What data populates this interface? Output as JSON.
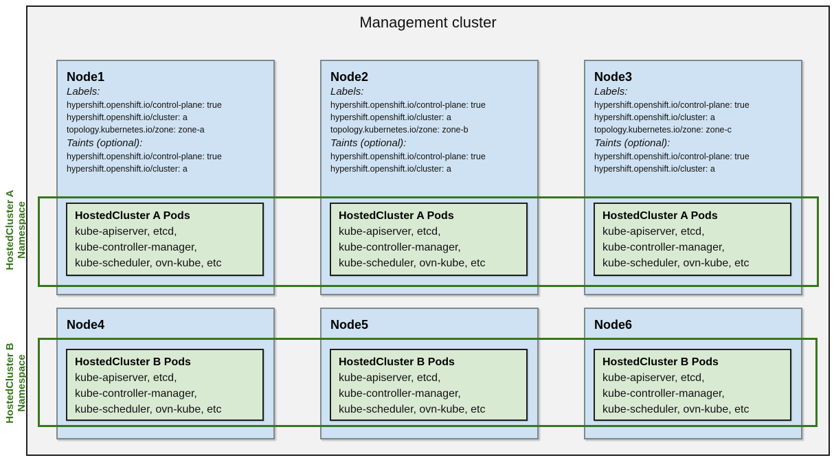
{
  "title": "Management cluster",
  "colors": {
    "node_fill": "#cfe2f3",
    "node_border": "#7d898f",
    "pods_fill": "#d9ead3",
    "pods_border": "#1f1f1f",
    "namespace_green": "#38761d",
    "outer_fill": "#f2f2f2",
    "outer_border": "#1f1f1f"
  },
  "namespaces": [
    {
      "label": "HostedCluster A\nNamespace"
    },
    {
      "label": "HostedCluster B\nNamespace"
    }
  ],
  "nodes": [
    {
      "name": "Node1",
      "labels_heading": "Labels:",
      "labels": [
        "hypershift.openshift.io/control-plane: true",
        "hypershift.openshift.io/cluster: a",
        "topology.kubernetes.io/zone: zone-a"
      ],
      "taints_heading": "Taints (optional):",
      "taints": [
        "hypershift.openshift.io/control-plane: true",
        "hypershift.openshift.io/cluster: a"
      ],
      "pods": {
        "title": "HostedCluster A Pods",
        "lines": [
          "kube-apiserver, etcd,",
          "kube-controller-manager,",
          "kube-scheduler, ovn-kube, etc"
        ]
      }
    },
    {
      "name": "Node2",
      "labels_heading": "Labels:",
      "labels": [
        "hypershift.openshift.io/control-plane: true",
        "hypershift.openshift.io/cluster: a",
        "topology.kubernetes.io/zone: zone-b"
      ],
      "taints_heading": "Taints (optional):",
      "taints": [
        "hypershift.openshift.io/control-plane: true",
        "hypershift.openshift.io/cluster: a"
      ],
      "pods": {
        "title": "HostedCluster A Pods",
        "lines": [
          "kube-apiserver, etcd,",
          "kube-controller-manager,",
          "kube-scheduler, ovn-kube, etc"
        ]
      }
    },
    {
      "name": "Node3",
      "labels_heading": "Labels:",
      "labels": [
        "hypershift.openshift.io/control-plane: true",
        "hypershift.openshift.io/cluster: a",
        "topology.kubernetes.io/zone: zone-c"
      ],
      "taints_heading": "Taints (optional):",
      "taints": [
        "hypershift.openshift.io/control-plane: true",
        "hypershift.openshift.io/cluster: a"
      ],
      "pods": {
        "title": "HostedCluster A Pods",
        "lines": [
          "kube-apiserver, etcd,",
          "kube-controller-manager,",
          "kube-scheduler, ovn-kube, etc"
        ]
      }
    },
    {
      "name": "Node4",
      "pods": {
        "title": "HostedCluster B Pods",
        "lines": [
          "kube-apiserver, etcd,",
          "kube-controller-manager,",
          "kube-scheduler, ovn-kube, etc"
        ]
      }
    },
    {
      "name": "Node5",
      "pods": {
        "title": "HostedCluster B Pods",
        "lines": [
          "kube-apiserver, etcd,",
          "kube-controller-manager,",
          "kube-scheduler, ovn-kube, etc"
        ]
      }
    },
    {
      "name": "Node6",
      "pods": {
        "title": "HostedCluster B Pods",
        "lines": [
          "kube-apiserver, etcd,",
          "kube-controller-manager,",
          "kube-scheduler, ovn-kube, etc"
        ]
      }
    }
  ]
}
